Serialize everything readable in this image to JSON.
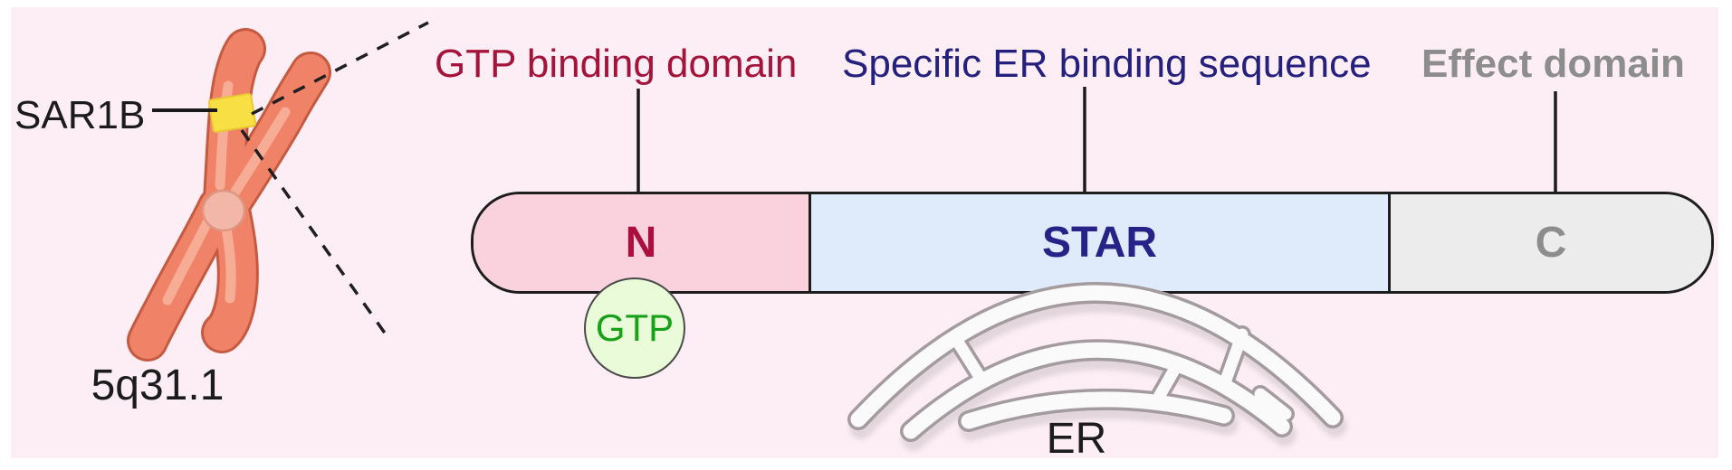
{
  "figure": {
    "background_color": "#fdeef5",
    "type": "gene-to-protein-domain-diagram"
  },
  "chromosome": {
    "gene_label": "SAR1B",
    "locus_label": "5q31.1",
    "body_color": "#f08367",
    "outline_color": "#c65a40",
    "band_color": "#f8e044",
    "centromere_color": "#f2b7a7"
  },
  "protein": {
    "bar_border_color": "#1d1d1d",
    "domains": [
      {
        "label": "GTP binding domain",
        "letter": "N",
        "fill": "#f9d2de",
        "text_color": "#ab0f3e",
        "label_color": "#a5123a"
      },
      {
        "label": "Specific ER binding sequence",
        "letter": "STAR",
        "fill": "#dfeafb",
        "text_color": "#262288",
        "label_color": "#24207e"
      },
      {
        "label": "Effect domain",
        "letter": "C",
        "fill": "#ececec",
        "text_color": "#8d8d8d",
        "label_color": "#8d8d8d"
      }
    ]
  },
  "ligand": {
    "label": "GTP",
    "fill": "#e9fbd9",
    "text_color": "#18a018"
  },
  "organelle": {
    "label": "ER",
    "tube_fill": "#fbfafa",
    "tube_outline": "#a39b9e"
  }
}
